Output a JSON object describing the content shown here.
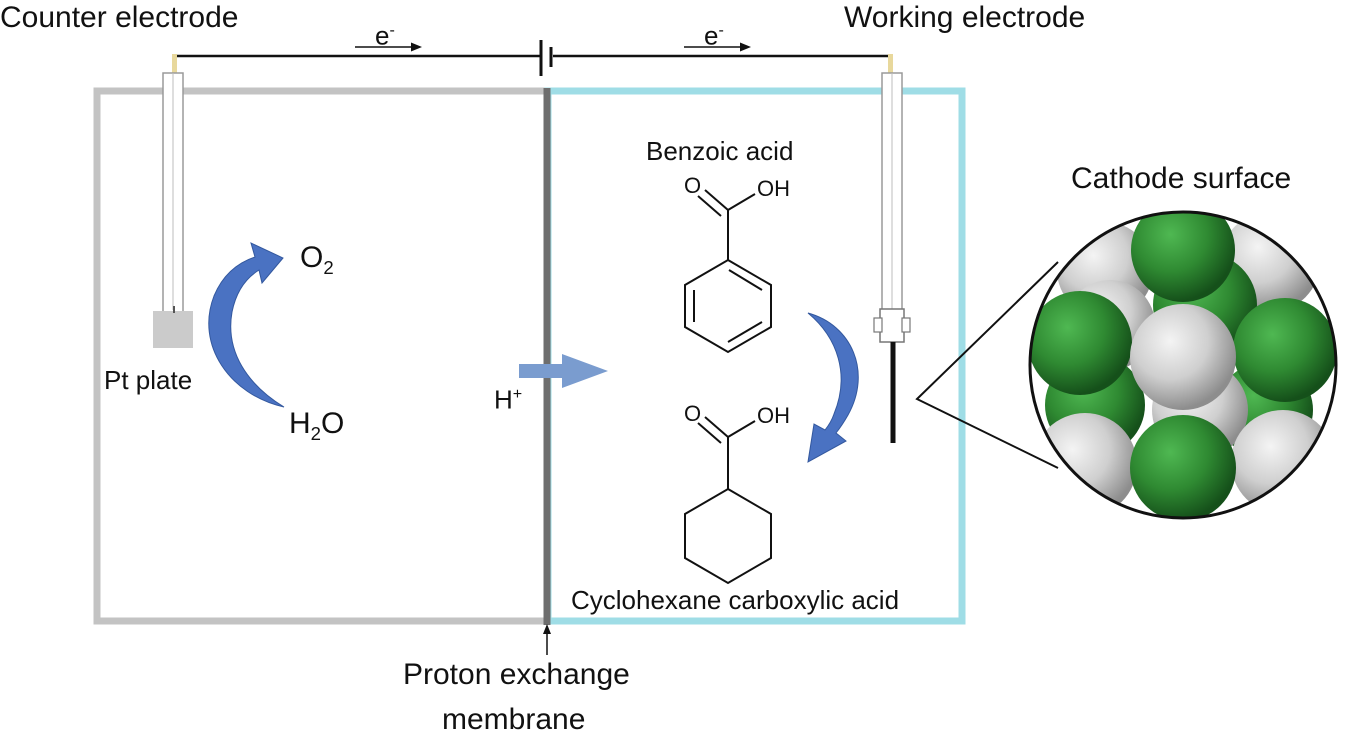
{
  "labels": {
    "counter_electrode": "Counter electrode",
    "working_electrode": "Working electrode",
    "electron_left": "e",
    "electron_right": "e",
    "electron_charge": "-",
    "pt_plate": "Pt plate",
    "oxygen_base": "O",
    "oxygen_sub": "2",
    "water_base": "H",
    "water_sub": "2",
    "water_tail": "O",
    "proton_base": "H",
    "proton_charge": "+",
    "benzoic_acid": "Benzoic acid",
    "cyclohexane_acid": "Cyclohexane carboxylic acid",
    "oh_top": "OH",
    "oh_bottom": "OH",
    "o_top": "O",
    "o_bottom": "O",
    "cathode_surface": "Cathode surface",
    "membrane_line1": "Proton exchange",
    "membrane_line2": "membrane"
  },
  "colors": {
    "left_cell": "#c3c3c3",
    "right_cell": "#9fdde6",
    "membrane": "#6e6e6e",
    "reaction_arrow": "#4a72c2",
    "proton_arrow": "#7a9ccf",
    "atom_green": "#2f8a32",
    "atom_grey": "#d4d4d4"
  }
}
